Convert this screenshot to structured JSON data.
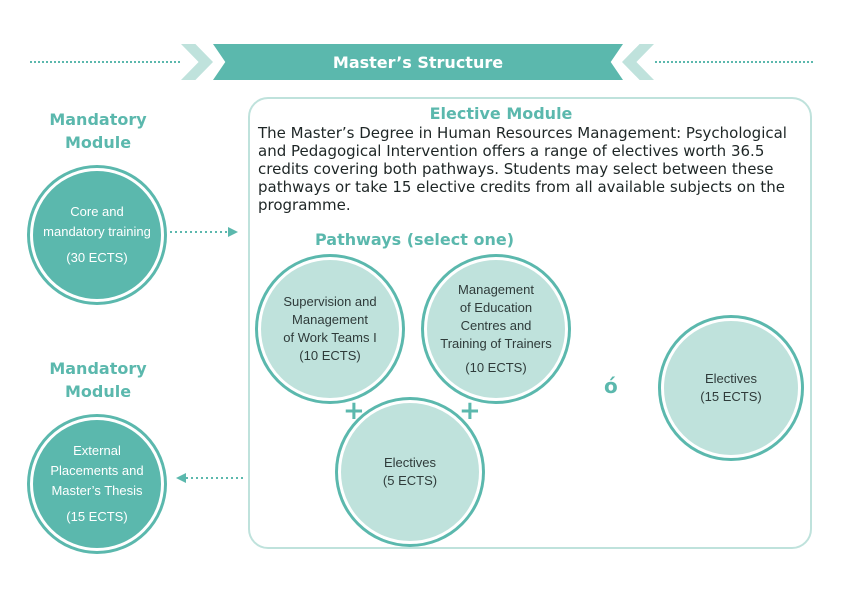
{
  "header": {
    "title": "Master’s Structure"
  },
  "mandatory_top": {
    "heading_line1": "Mandatory",
    "heading_line2": "Module",
    "circle_line1": "Core and",
    "circle_line2": "mandatory training",
    "circle_credits": "(30 ECTS)"
  },
  "mandatory_bottom": {
    "heading_line1": "Mandatory",
    "heading_line2": "Module",
    "circle_line1": "External",
    "circle_line2": "Placements and",
    "circle_line3": "Master’s Thesis",
    "circle_credits": "(15 ECTS)"
  },
  "elective": {
    "title": "Elective Module",
    "description": "The Master’s Degree in Human Resources Management: Psychological and Pedagogical Intervention offers a range of electives worth 36.5 credits covering both pathways. Students may select between these pathways or take 15 elective credits from all available subjects on the programme.",
    "pathways_label": "Pathways (select one)",
    "pathway_1": {
      "line1": "Supervision and",
      "line2": "Management",
      "line3": "of Work Teams I",
      "credits": "(10 ECTS)"
    },
    "pathway_2": {
      "line1": "Management",
      "line2": "of Education",
      "line3": "Centres and",
      "line4": "Training of Trainers",
      "credits": "(10 ECTS)"
    },
    "shared_electives": {
      "label": "Electives",
      "credits": "(5 ECTS)"
    },
    "alternative_electives": {
      "label": "Electives",
      "credits": "(15 ECTS)"
    },
    "plus_symbol": "+",
    "or_symbol": "ó"
  },
  "colors": {
    "teal": "#5bb8ad",
    "light_teal": "#bfe2dc"
  }
}
